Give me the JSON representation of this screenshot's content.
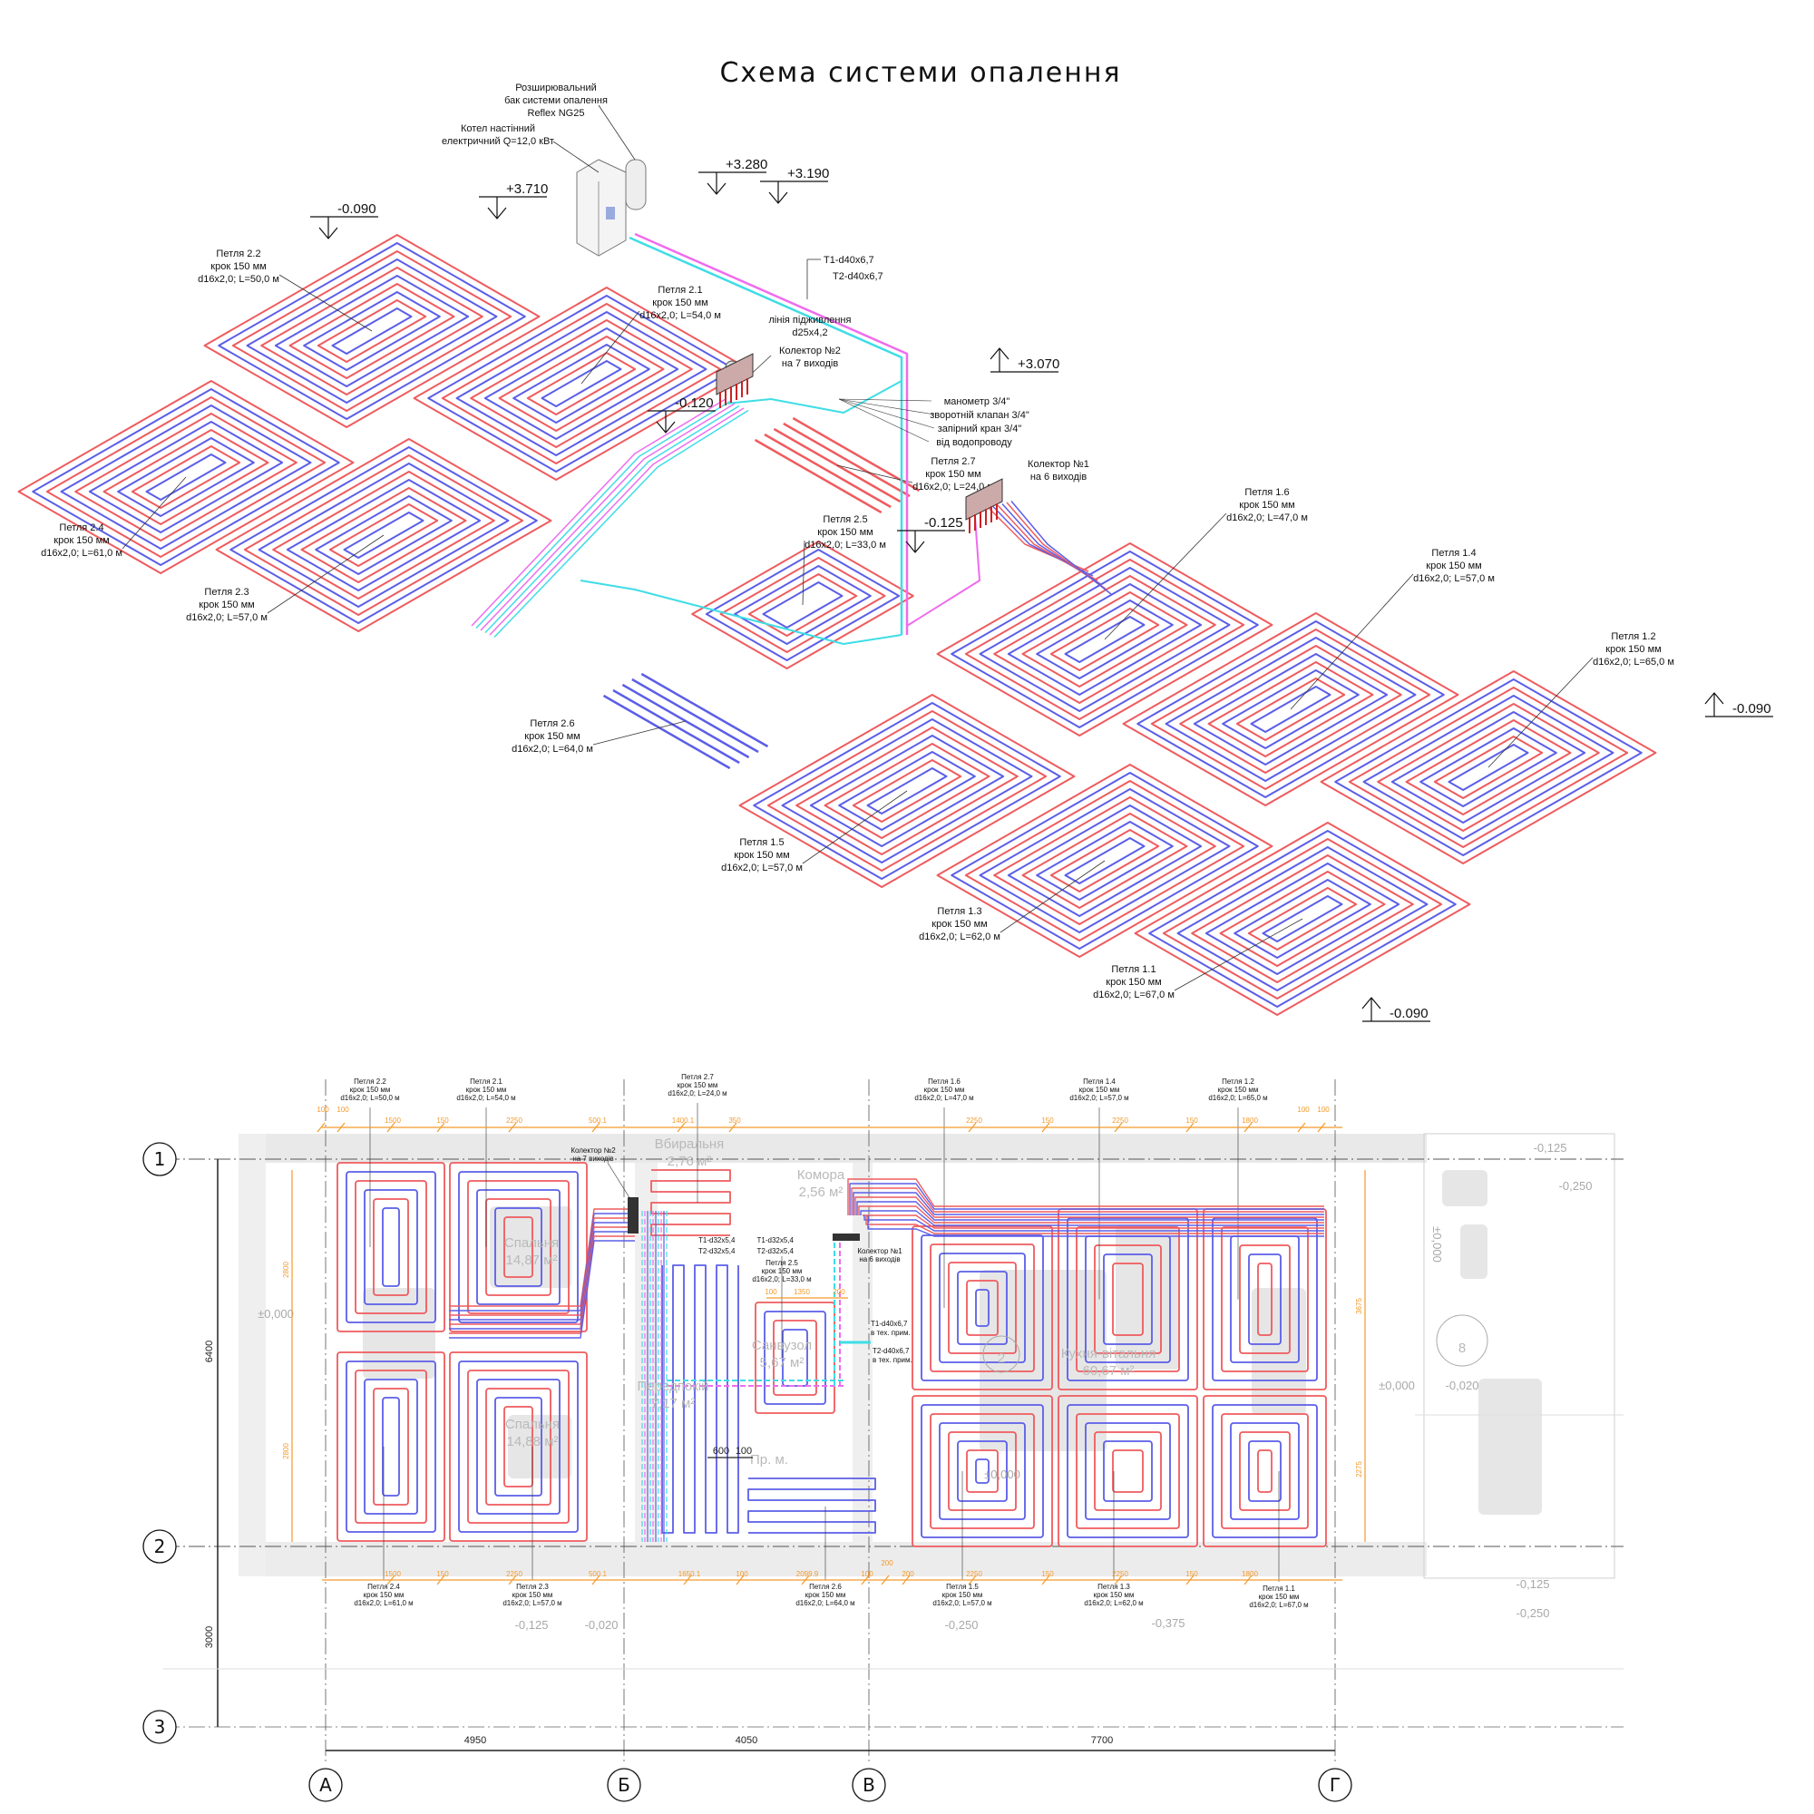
{
  "title": "Схема системи опалення",
  "colors": {
    "supply": "#ef5b5e",
    "return": "#5b5ee8",
    "t1": "#ee6cee",
    "t2": "#3fdde6",
    "dims": "#f39a2c"
  },
  "loops": [
    {
      "name": "Петля 2.1",
      "step": "крок 150 мм",
      "spec": "d16x2,0; L=54,0 м"
    },
    {
      "name": "Петля 2.2",
      "step": "крок 150 мм",
      "spec": "d16x2,0; L=50,0 м"
    },
    {
      "name": "Петля 2.3",
      "step": "крок 150 мм",
      "spec": "d16x2,0; L=57,0 м"
    },
    {
      "name": "Петля 2.4",
      "step": "крок 150 мм",
      "spec": "d16x2,0; L=61,0 м"
    },
    {
      "name": "Петля 2.5",
      "step": "крок 150 мм",
      "spec": "d16x2,0; L=33,0 м"
    },
    {
      "name": "Петля 2.6",
      "step": "крок 150 мм",
      "spec": "d16x2,0; L=64,0 м"
    },
    {
      "name": "Петля 2.7",
      "step": "крок 150 мм",
      "spec": "d16x2,0; L=24,0 м"
    },
    {
      "name": "Петля 1.1",
      "step": "крок 150 мм",
      "spec": "d16x2,0; L=67,0 м"
    },
    {
      "name": "Петля 1.2",
      "step": "крок 150 мм",
      "spec": "d16x2,0; L=65,0 м"
    },
    {
      "name": "Петля 1.3",
      "step": "крок 150 мм",
      "spec": "d16x2,0; L=62,0 м"
    },
    {
      "name": "Петля 1.4",
      "step": "крок 150 мм",
      "spec": "d16x2,0; L=57,0 м"
    },
    {
      "name": "Петля 1.5",
      "step": "крок 150 мм",
      "spec": "d16x2,0; L=57,0 м"
    },
    {
      "name": "Петля 1.6",
      "step": "крок 150 мм",
      "spec": "d16x2,0; L=47,0 м"
    }
  ],
  "iso": {
    "tank": [
      "Розширювальний",
      "бак системи опалення",
      "Reflex NG25"
    ],
    "boiler": [
      "Котел настінний",
      "електричний Q=12,0 кВт"
    ],
    "supply_pipe": "T1-d40x6,7",
    "return_pipe": "T2-d40x6,7",
    "feed_line": [
      "лінія підживлення",
      "d25x4,2"
    ],
    "collector2": [
      "Колектор №2",
      "на 7 виходів"
    ],
    "collector1": [
      "Колектор №1",
      "на 6 виходів"
    ],
    "fittings": [
      "манометр 3/4\"",
      "зворотній клапан 3/4\"",
      "запірний кран 3/4\"",
      "від водопроводу"
    ],
    "levels": [
      "+3.710",
      "+3.280",
      "+3.190",
      "-0.090",
      "+3.070",
      "-0.120",
      "-0.125",
      "-0.090",
      "-0.090"
    ]
  },
  "plan": {
    "collector2": [
      "Колектор №2",
      "на 7 виходів"
    ],
    "collector1": [
      "Колектор №1",
      "на 6 виходів"
    ],
    "pipes_left": [
      "T1-d32x5,4",
      "T2-d32x5,4"
    ],
    "pipes_right": [
      "T1-d32x5,4",
      "T2-d32x5,4"
    ],
    "tech_pipes": [
      "T1-d40x6,7",
      "в тех. прим.",
      "T2-d40x6,7",
      "в тех. прим."
    ],
    "rooms": [
      {
        "name": "Вбиральня",
        "area": "2,76 м²"
      },
      {
        "name": "Комора",
        "area": "2,56 м²"
      },
      {
        "name": "Спальня",
        "area": "14,87 м²"
      },
      {
        "name": "Спальня",
        "area": "14,88 м²"
      },
      {
        "name": "Санвузол",
        "area": "5,67 м²"
      },
      {
        "name": "Передпокій",
        "area": "7,17 м²"
      },
      {
        "name": "Кухня-вітальня",
        "area": "60,67 м²"
      },
      {
        "name": "Пр. м.",
        "area": ""
      }
    ],
    "room_numbers": [
      "2",
      "8"
    ],
    "levels": [
      "±0,000",
      "±0,000",
      "±0,000",
      "±0,000",
      "-0,020",
      "-0,125",
      "-0,250",
      "-0,125",
      "-0,020",
      "-0,250",
      "-0,375",
      "-0,125",
      "-0,250"
    ],
    "top_dims": [
      "100",
      "100",
      "1500",
      "150",
      "2250",
      "500.1",
      "1400.1",
      "350",
      "2250",
      "150",
      "2250",
      "150",
      "1800",
      "100",
      "100"
    ],
    "bottom_dims": [
      "1500",
      "150",
      "2250",
      "500.1",
      "1650.1",
      "100",
      "2099.9",
      "100",
      "200",
      "200",
      "2250",
      "150",
      "2250",
      "150",
      "1800"
    ],
    "inner_dims": [
      "2800",
      "2800",
      "3675",
      "2275",
      "100",
      "1350",
      "200",
      "600",
      "100"
    ],
    "axis_dims": [
      "6400",
      "3000",
      "4950",
      "4050",
      "7700"
    ],
    "axes_rows": [
      "1",
      "2",
      "3"
    ],
    "axes_cols": [
      "А",
      "Б",
      "В",
      "Г"
    ]
  }
}
